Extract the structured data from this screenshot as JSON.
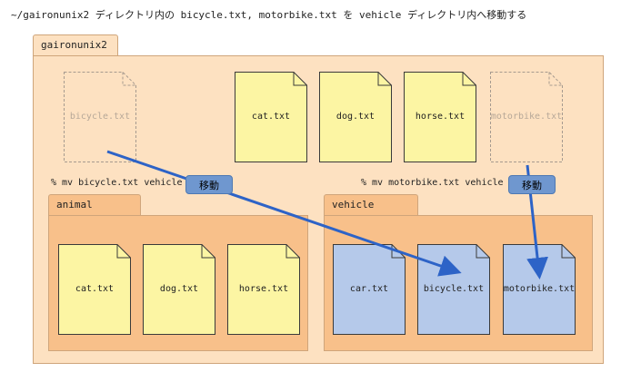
{
  "heading": "~/gaironunix2 ディレクトリ内の bicycle.txt, motorbike.txt を vehicle ディレクトリ内へ移動する",
  "root_folder": {
    "label": "gaironunix2",
    "files": [
      "bicycle.txt",
      "cat.txt",
      "dog.txt",
      "horse.txt",
      "motorbike.txt"
    ]
  },
  "commands": {
    "bicycle": "% mv bicycle.txt vehicle",
    "motorbike": "% mv motorbike.txt vehicle",
    "move_label": "移動"
  },
  "animal_folder": {
    "label": "animal",
    "files": [
      "cat.txt",
      "dog.txt",
      "horse.txt"
    ]
  },
  "vehicle_folder": {
    "label": "vehicle",
    "files": [
      "car.txt",
      "bicycle.txt",
      "motorbike.txt"
    ]
  },
  "colors": {
    "root_bg": "#fde1c1",
    "sub_bg": "#f8c08a",
    "file_yellow": "#fcf5a3",
    "file_blue": "#b5c9ea",
    "arrow": "#2d63c7",
    "badge": "#6f97cf"
  }
}
